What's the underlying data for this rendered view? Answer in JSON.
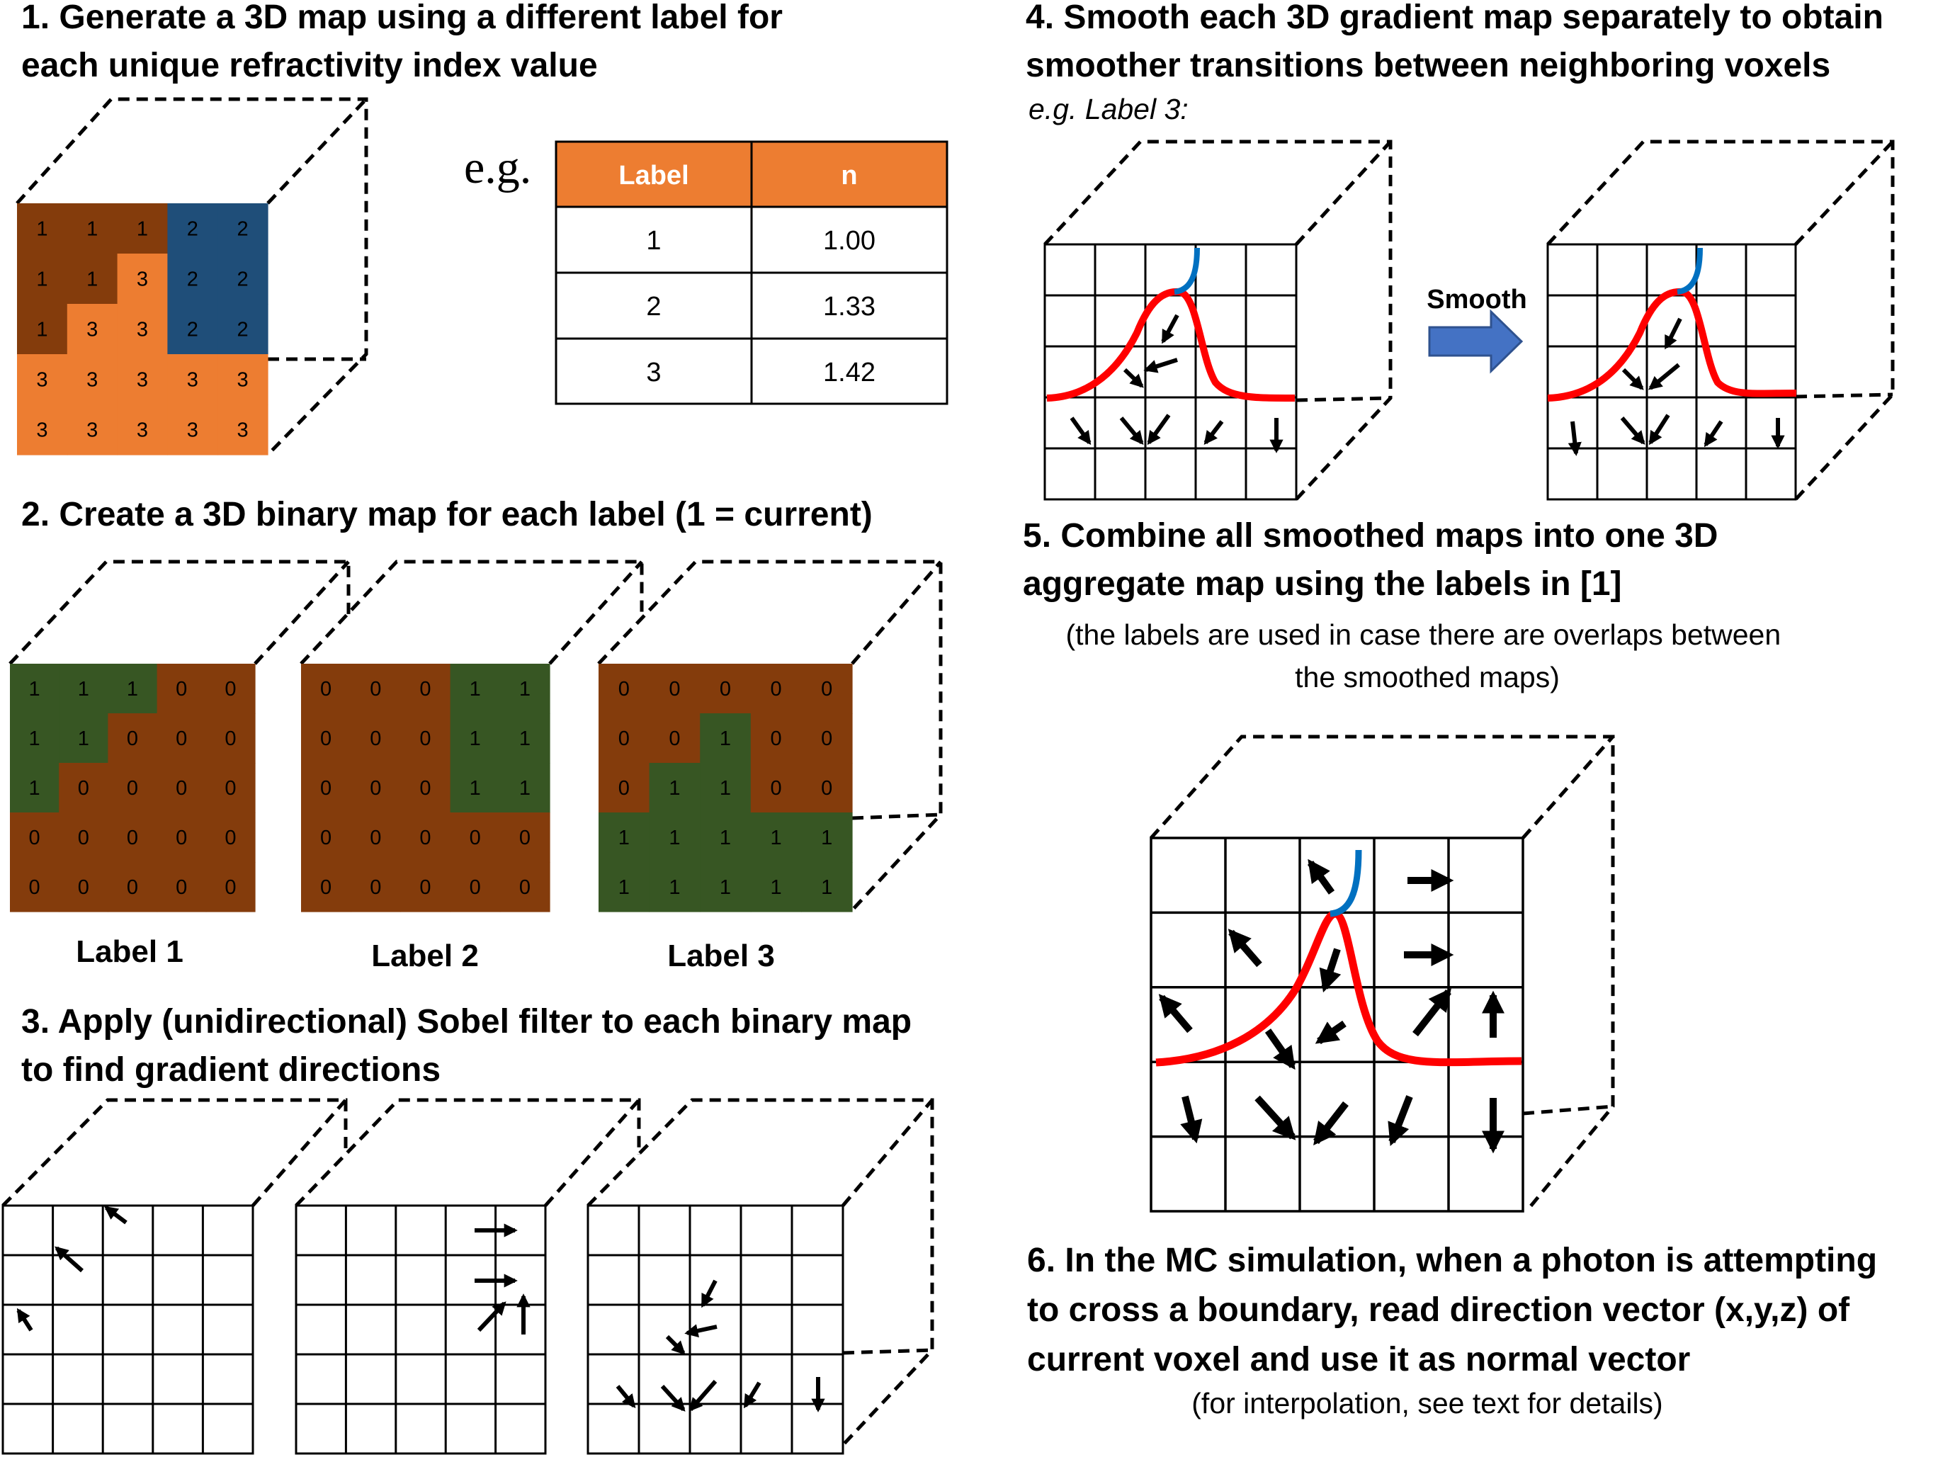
{
  "colors": {
    "brown": "#843c0c",
    "blue": "#1f4e79",
    "orange": "#ed7d31",
    "green": "#375623",
    "red_curve": "#ff0000",
    "blue_curve": "#0070c0",
    "arrow_fill": "#4472c4"
  },
  "steps": {
    "s1": [
      "1. Generate a 3D map using a different label for",
      "each unique refractivity index value"
    ],
    "s2": [
      "2. Create a 3D binary map for each label (1 = current)"
    ],
    "s3": [
      "3. Apply (unidirectional) Sobel filter to each binary map",
      "to find gradient directions"
    ],
    "s4": [
      "4. Smooth each 3D gradient map separately to obtain",
      "smoother transitions between neighboring voxels"
    ],
    "s4_example": "e.g. Label 3:",
    "s5": [
      "5. Combine all smoothed maps into one 3D",
      "aggregate map using the labels in [1]"
    ],
    "s5_note": [
      "(the labels are used in case there are overlaps between",
      "the smoothed maps)"
    ],
    "s6": [
      "6. In the MC simulation, when a photon is attempting",
      "to cross a boundary, read direction vector (x,y,z) of",
      "current voxel and use it as normal vector"
    ],
    "s6_note": "(for interpolation, see text for details)"
  },
  "eg_label": "e.g.",
  "smooth_label": "Smooth",
  "label_map": [
    [
      "1",
      "1",
      "1",
      "2",
      "2"
    ],
    [
      "1",
      "1",
      "3",
      "2",
      "2"
    ],
    [
      "1",
      "3",
      "3",
      "2",
      "2"
    ],
    [
      "3",
      "3",
      "3",
      "3",
      "3"
    ],
    [
      "3",
      "3",
      "3",
      "3",
      "3"
    ]
  ],
  "binary_maps": [
    {
      "caption": "Label 1",
      "grid": [
        [
          "1",
          "1",
          "1",
          "0",
          "0"
        ],
        [
          "1",
          "1",
          "0",
          "0",
          "0"
        ],
        [
          "1",
          "0",
          "0",
          "0",
          "0"
        ],
        [
          "0",
          "0",
          "0",
          "0",
          "0"
        ],
        [
          "0",
          "0",
          "0",
          "0",
          "0"
        ]
      ]
    },
    {
      "caption": "Label 2",
      "grid": [
        [
          "0",
          "0",
          "0",
          "1",
          "1"
        ],
        [
          "0",
          "0",
          "0",
          "1",
          "1"
        ],
        [
          "0",
          "0",
          "0",
          "1",
          "1"
        ],
        [
          "0",
          "0",
          "0",
          "0",
          "0"
        ],
        [
          "0",
          "0",
          "0",
          "0",
          "0"
        ]
      ]
    },
    {
      "caption": "Label 3",
      "grid": [
        [
          "0",
          "0",
          "0",
          "0",
          "0"
        ],
        [
          "0",
          "0",
          "1",
          "0",
          "0"
        ],
        [
          "0",
          "1",
          "1",
          "0",
          "0"
        ],
        [
          "1",
          "1",
          "1",
          "1",
          "1"
        ],
        [
          "1",
          "1",
          "1",
          "1",
          "1"
        ]
      ]
    }
  ],
  "table": {
    "headers": [
      "Label",
      "n"
    ],
    "rows": [
      [
        "1",
        "1.00"
      ],
      [
        "2",
        "1.33"
      ],
      [
        "3",
        "1.42"
      ]
    ]
  }
}
